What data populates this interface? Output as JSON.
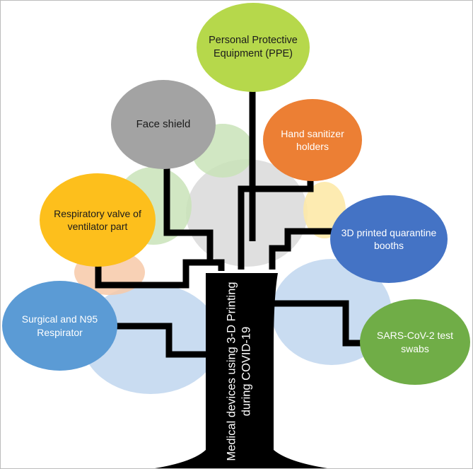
{
  "diagram": {
    "trunk_label": "Medical devices using 3-D Printing during COVID-19",
    "branches": [
      {
        "id": "ppe",
        "label": "Personal Protective Equipment (PPE)",
        "color": "#b6d84b"
      },
      {
        "id": "face",
        "label": "Face shield",
        "color": "#a3a3a3"
      },
      {
        "id": "hand",
        "label": "Hand sanitizer holders",
        "color": "#ec7f34"
      },
      {
        "id": "resp",
        "label": "Respiratory valve of ventilator part",
        "color": "#fdbf1c"
      },
      {
        "id": "booth",
        "label": "3D printed quarantine booths",
        "color": "#4473c5"
      },
      {
        "id": "surg",
        "label": "Surgical and N95 Respirator",
        "color": "#5b9bd5"
      },
      {
        "id": "sars",
        "label": "SARS-CoV-2 test swabs",
        "color": "#70ad47"
      }
    ],
    "trunk_color": "#000000",
    "background_circle_colors": [
      "#bcd3ee",
      "#d9d9d9",
      "#c9e3b8",
      "#f7c9a8",
      "#fde9a8"
    ]
  }
}
